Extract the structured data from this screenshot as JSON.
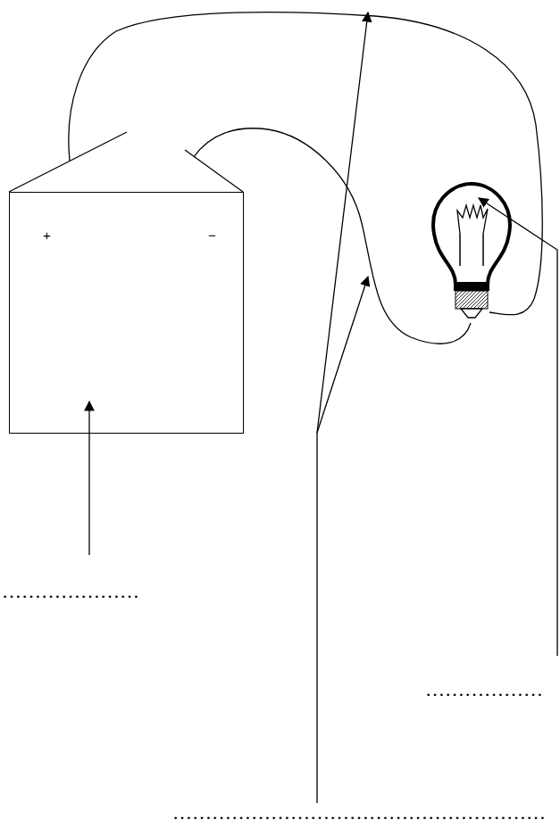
{
  "diagram": {
    "nodes": [
      {
        "text": [
          "+",
          "−"
        ]
      }
    ],
    "labels": [
      "…………………",
      "………………",
      "…………………………………………………"
    ]
  }
}
